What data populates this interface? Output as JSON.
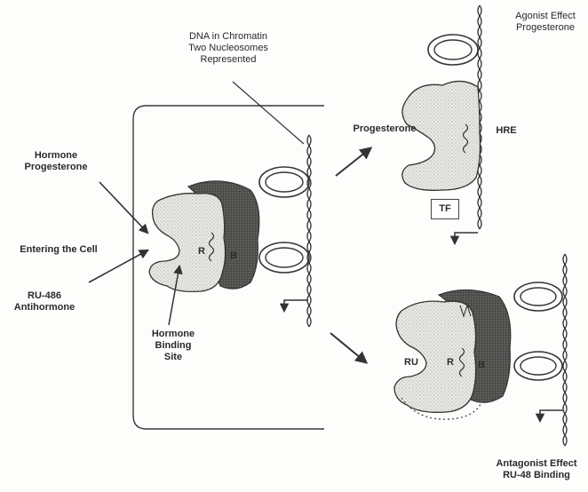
{
  "labels": {
    "agonist_effect": "Agonist Effect",
    "agonist_progesterone": "Progesterone",
    "dna_line1": "DNA in Chromatin",
    "dna_line2": "Two Nucleosomes",
    "dna_line3": "Represented",
    "progesterone_bound": "Progesterone",
    "hre": "HRE",
    "hormone": "Hormone",
    "hormone_progesterone": "Progesterone",
    "entering": "Entering the Cell",
    "ru486": "RU-486",
    "antihormone": "Antihormone",
    "binding_line1": "Hormone",
    "binding_line2": "Binding",
    "binding_line3": "Site",
    "receptor_r_left": "R",
    "receptor_b_left": "B",
    "tf": "TF",
    "ru": "RU",
    "receptor_r_right": "R",
    "receptor_b_right": "B",
    "antagonist_line1": "Antagonist Effect",
    "antagonist_line2": "RU-48 Binding"
  }
}
